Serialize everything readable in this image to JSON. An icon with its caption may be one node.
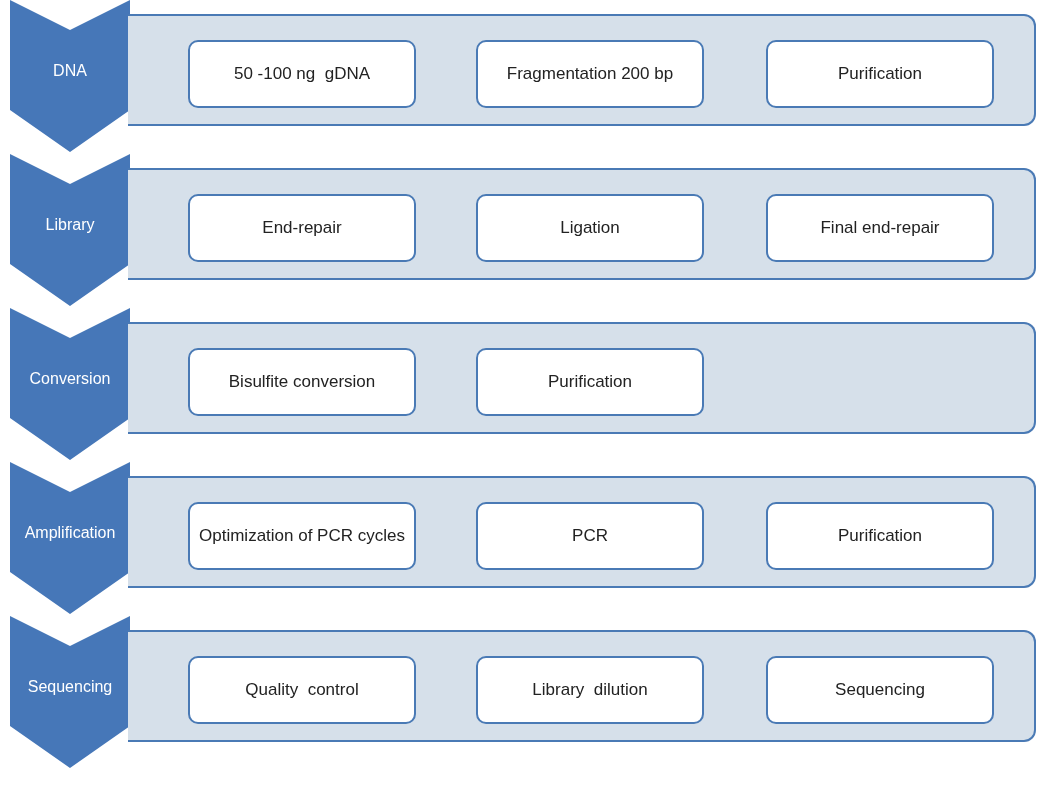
{
  "diagram": {
    "nodes": [
      {
        "text": [
          "DNA"
        ]
      },
      {
        "text": [],
        "shape": "box"
      },
      {
        "text": [
          "50 -100 ng  gDNA"
        ],
        "in": 1
      },
      {
        "text": [
          "Fragmentation 200 bp"
        ],
        "in": 1
      },
      {
        "text": [
          "Purification"
        ],
        "in": 1
      },
      {
        "text": [
          "Library"
        ]
      },
      {
        "text": [],
        "shape": "box"
      },
      {
        "text": [
          "End-repair"
        ],
        "in": 6
      },
      {
        "text": [
          "Ligation"
        ],
        "in": 6
      },
      {
        "text": [
          "Final end-repair"
        ],
        "in": 6
      },
      {
        "text": [
          "Conversion"
        ]
      },
      {
        "text": [],
        "shape": "box"
      },
      {
        "text": [
          "Bisulfite conversion"
        ],
        "in": 11
      },
      {
        "text": [
          "Purification"
        ],
        "in": 11
      },
      {
        "text": [
          "Amplification"
        ]
      },
      {
        "text": [],
        "shape": "box"
      },
      {
        "text": [
          "Optimization of PCR cycles"
        ],
        "in": 15
      },
      {
        "text": [
          "PCR"
        ],
        "in": 15
      },
      {
        "text": [
          "Purification"
        ],
        "in": 15
      },
      {
        "text": [
          "Sequencing"
        ]
      },
      {
        "text": [],
        "shape": "box"
      },
      {
        "text": [
          "Quality  control"
        ],
        "in": 20
      },
      {
        "text": [
          "Library  dilution"
        ],
        "in": 20
      },
      {
        "text": [
          "Sequencing"
        ],
        "in": 20
      }
    ]
  }
}
